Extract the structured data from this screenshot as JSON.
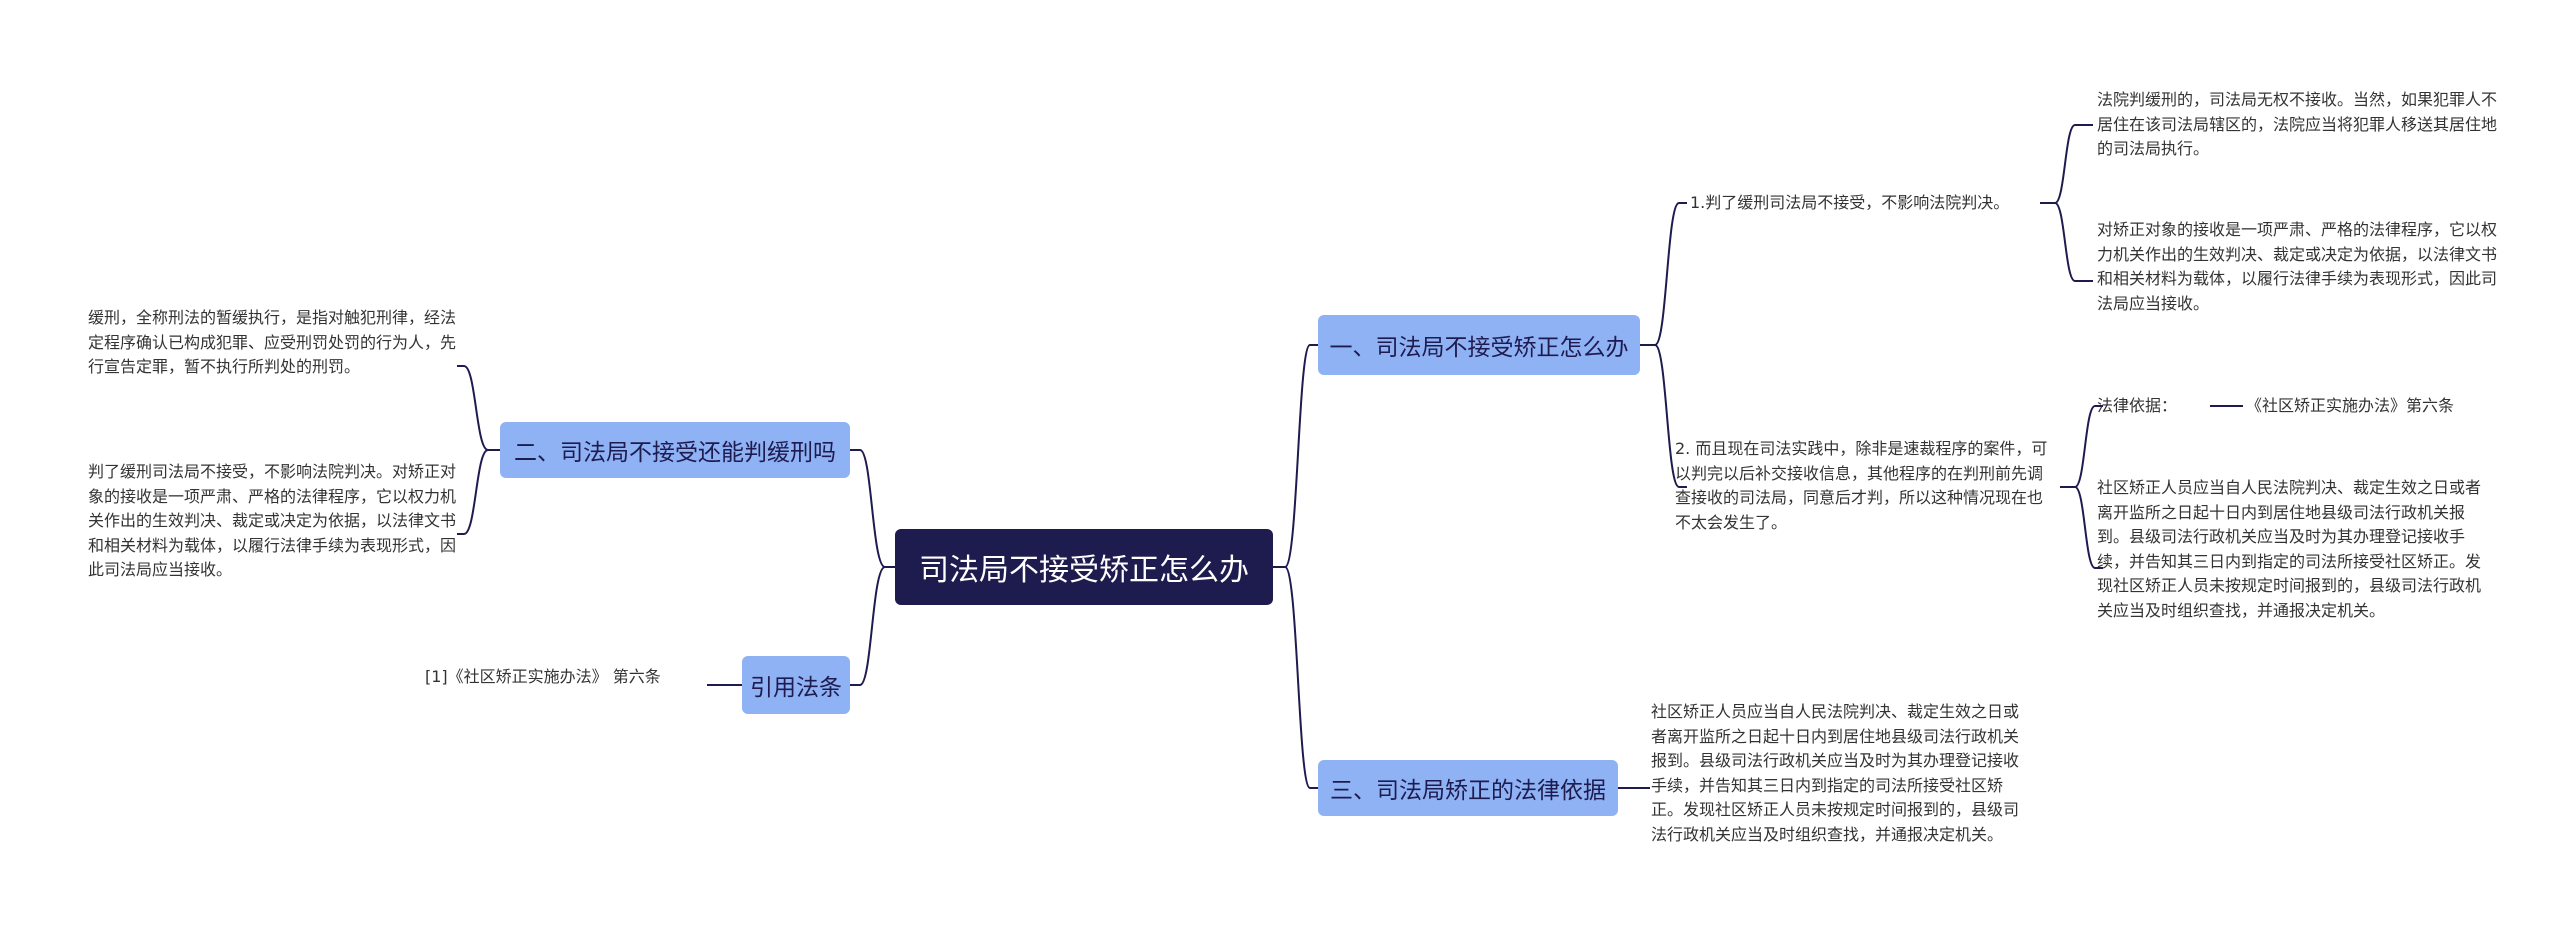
{
  "root": {
    "label": "司法局不接受矫正怎么办"
  },
  "branches": {
    "b1": {
      "label": "一、司法局不接受矫正怎么办",
      "items": {
        "i1": {
          "text": "1.判了缓刑司法局不接受，不影响法院判决。",
          "details": [
            "法院判缓刑的，司法局无权不接收。当然，如果犯罪人不居住在该司法局辖区的，法院应当将犯罪人移送其居住地的司法局执行。",
            "对矫正对象的接收是一项严肃、严格的法律程序，它以权力机关作出的生效判决、裁定或决定为依据，以法律文书和相关材料为载体，以履行法律手续为表现形式，因此司法局应当接收。"
          ]
        },
        "i2": {
          "text": "2. 而且现在司法实践中，除非是速裁程序的案件，可以判完以后补交接收信息，其他程序的在判刑前先调查接收的司法局，同意后才判，所以这种情况现在也不太会发生了。",
          "law_label": "法律依据：",
          "law_ref": "《社区矫正实施办法》第六条",
          "law_text": "社区矫正人员应当自人民法院判决、裁定生效之日或者离开监所之日起十日内到居住地县级司法行政机关报到。县级司法行政机关应当及时为其办理登记接收手续，并告知其三日内到指定的司法所接受社区矫正。发现社区矫正人员未按规定时间报到的，县级司法行政机关应当及时组织查找，并通报决定机关。"
        }
      }
    },
    "b2": {
      "label": "二、司法局不接受还能判缓刑吗",
      "details": [
        "缓刑，全称刑法的暂缓执行，是指对触犯刑律，经法定程序确认已构成犯罪、应受刑罚处罚的行为人，先行宣告定罪，暂不执行所判处的刑罚。",
        "判了缓刑司法局不接受，不影响法院判决。对矫正对象的接收是一项严肃、严格的法律程序，它以权力机关作出的生效判决、裁定或决定为依据，以法律文书和相关材料为载体，以履行法律手续为表现形式，因此司法局应当接收。"
      ]
    },
    "b3": {
      "label": "三、司法局矫正的法律依据",
      "detail": "社区矫正人员应当自人民法院判决、裁定生效之日或者离开监所之日起十日内到居住地县级司法行政机关报到。县级司法行政机关应当及时为其办理登记接收手续，并告知其三日内到指定的司法所接受社区矫正。发现社区矫正人员未按规定时间报到的，县级司法行政机关应当及时组织查找，并通报决定机关。"
    },
    "b4": {
      "label": "引用法条",
      "ref": "[1]《社区矫正实施办法》 第六条"
    }
  },
  "colors": {
    "root_bg": "#1e1b4f",
    "branch_bg": "#8fb2f5",
    "line": "#1e1b4f",
    "text": "#333333"
  }
}
